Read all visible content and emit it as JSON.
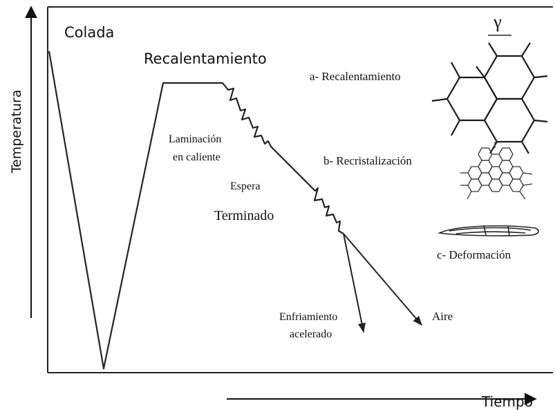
{
  "axes": {
    "y_label": "Temperatura",
    "x_label": "Tiempo"
  },
  "stages": {
    "casting": "Colada",
    "reheating": "Recalentamiento",
    "hot_rolling_line1": "Laminación",
    "hot_rolling_line2": "en caliente",
    "hold": "Espera",
    "finishing": "Terminado",
    "accelerated_cooling_line1": "Enfriamiento",
    "accelerated_cooling_line2": "acelerado",
    "air_cooling": "Aire"
  },
  "microstructure": {
    "phase_symbol": "γ",
    "a_label": "a- Recalentamiento",
    "b_label": "b- Recristalización",
    "c_label": "c- Deformación"
  }
}
